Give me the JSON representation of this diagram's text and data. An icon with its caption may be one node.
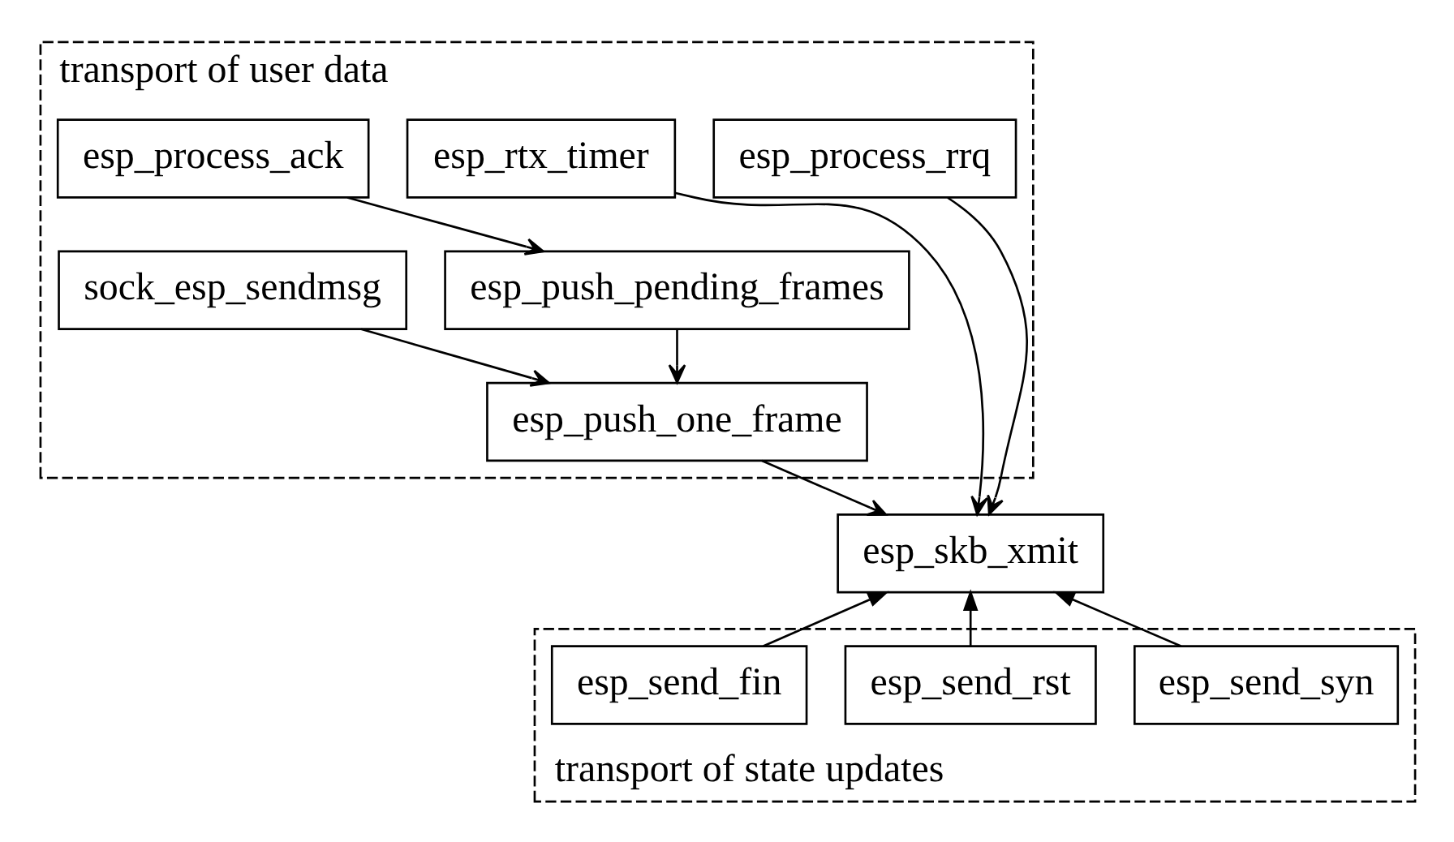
{
  "diagram": {
    "nodes": [
      {
        "text": [
          "transport of user data"
        ]
      },
      {
        "text": [
          "esp_process_ack"
        ],
        "in": 0
      },
      {
        "text": [
          "sock_esp_sendmsg"
        ],
        "in": 0
      },
      {
        "text": [
          "esp_push_pending_frames"
        ],
        "in": 0
      },
      {
        "text": [
          "esp_push_one_frame"
        ],
        "in": 0
      },
      {
        "text": [
          "esp_rtx_timer"
        ],
        "in": 0
      },
      {
        "text": [
          "esp_process_rrq"
        ],
        "in": 0
      },
      {
        "text": [
          "esp_skb_xmit"
        ]
      },
      {
        "text": [
          "transport of state updates"
        ]
      },
      {
        "text": [
          "esp_send_syn"
        ],
        "in": 8
      },
      {
        "text": [
          "esp_send_rst"
        ],
        "in": 8
      },
      {
        "text": [
          "esp_send_fin"
        ],
        "in": 8
      }
    ],
    "edges": [
      {
        "from": 1,
        "to": 3,
        "arrow": "to"
      },
      {
        "from": 2,
        "to": 4,
        "arrow": "to"
      },
      {
        "from": 3,
        "to": 4,
        "arrow": "to"
      },
      {
        "from": 4,
        "to": 7,
        "arrow": "to"
      },
      {
        "from": 5,
        "to": 7,
        "arrow": "to"
      },
      {
        "from": 6,
        "to": 7,
        "arrow": "to"
      },
      {
        "from": 9,
        "to": 7,
        "arrow": "to"
      },
      {
        "from": 10,
        "to": 7,
        "arrow": "to"
      },
      {
        "from": 11,
        "to": 7,
        "arrow": "to"
      }
    ]
  }
}
